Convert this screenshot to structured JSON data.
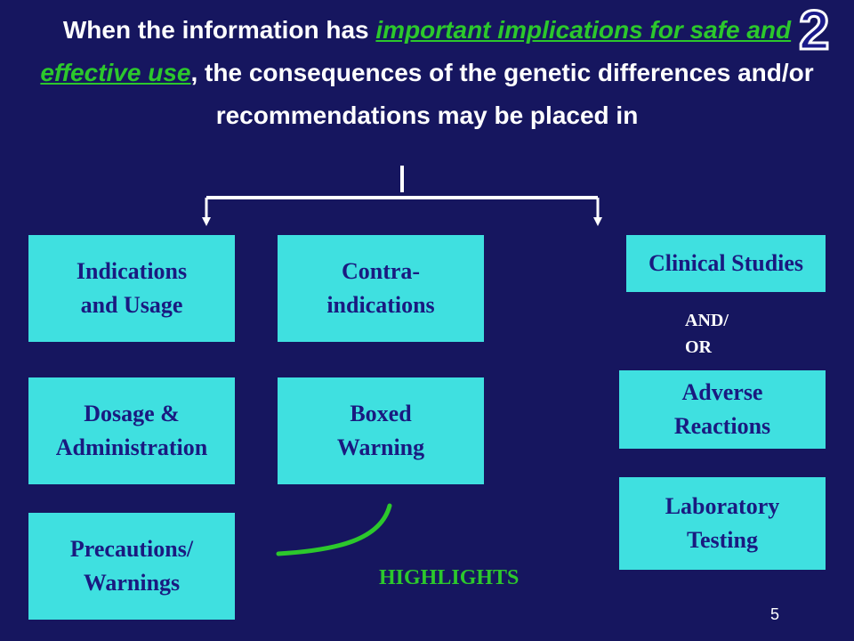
{
  "slide": {
    "title_part1": "When the information has ",
    "title_highlight": "important implications for safe and effective use",
    "title_part2": ", the consequences of the genetic differences and/or recommendations may be placed in",
    "badge_number": "2",
    "page_number": "5"
  },
  "boxes": {
    "indications": "Indications and Usage",
    "contraindications": "Contra- indications",
    "clinical_studies": "Clinical Studies",
    "dosage": "Dosage & Administration",
    "boxed_warning": "Boxed Warning",
    "adverse_reactions": "Adverse Reactions",
    "precautions": "Precautions/ Warnings",
    "laboratory_testing": "Laboratory Testing"
  },
  "labels": {
    "and_or": "AND/ OR",
    "highlights": "HIGHLIGHTS"
  },
  "colors": {
    "background": "#16165f",
    "box_fill": "#3fe0e0",
    "box_text": "#1a1a80",
    "accent_green": "#2cc82c",
    "text_white": "#ffffff"
  }
}
